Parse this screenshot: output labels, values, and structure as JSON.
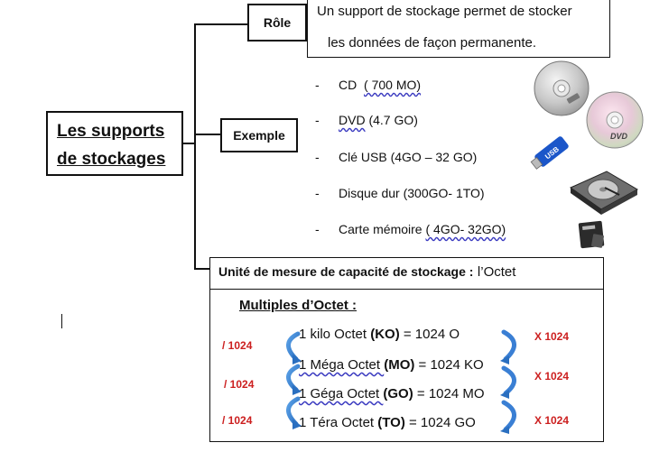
{
  "main": {
    "title_line1": "Les supports",
    "title_line2": "de stockages"
  },
  "role": {
    "label": "Rôle",
    "text_line1": "Un support de stockage permet de stocker",
    "text_line2": "les données de façon permanente."
  },
  "exemple": {
    "label": "Exemple",
    "items": [
      {
        "dash": "-",
        "name": "CD",
        "detail": "( 700 MO)"
      },
      {
        "dash": "-",
        "name": "DVD",
        "detail": "(4.7 GO)"
      },
      {
        "dash": "-",
        "name": "Clé USB",
        "detail": "(4GO – 32 GO)"
      },
      {
        "dash": "-",
        "name": "Disque dur",
        "detail": "(300GO- 1TO)"
      },
      {
        "dash": "-",
        "name": "Carte mémoire",
        "detail": "( 4GO- 32GO)"
      }
    ]
  },
  "images": {
    "dvd_label": "DVD",
    "usb_label": "USB"
  },
  "unite": {
    "label": "Unité de mesure de capacité de stockage :",
    "value": "l’Octet"
  },
  "multiples": {
    "title": "Multiples d’Octet :",
    "rows": [
      {
        "prefix": "1 kilo Octet ",
        "abbr": "(KO)",
        "eq": " = 1024 O"
      },
      {
        "prefix": "1 Méga  Octet ",
        "abbr": "(MO)",
        "eq": " = 1024 KO"
      },
      {
        "prefix": "1 Géga  Octet ",
        "abbr": "(GO)",
        "eq": " = 1024 MO"
      },
      {
        "prefix": "1 Téra Octet ",
        "abbr": "(TO)",
        "eq": " = 1024 GO"
      }
    ],
    "divide": [
      "/ 1024",
      "/ 1024",
      "/ 1024"
    ],
    "multiply": [
      "X 1024",
      "X 1024",
      "X 1024"
    ]
  }
}
